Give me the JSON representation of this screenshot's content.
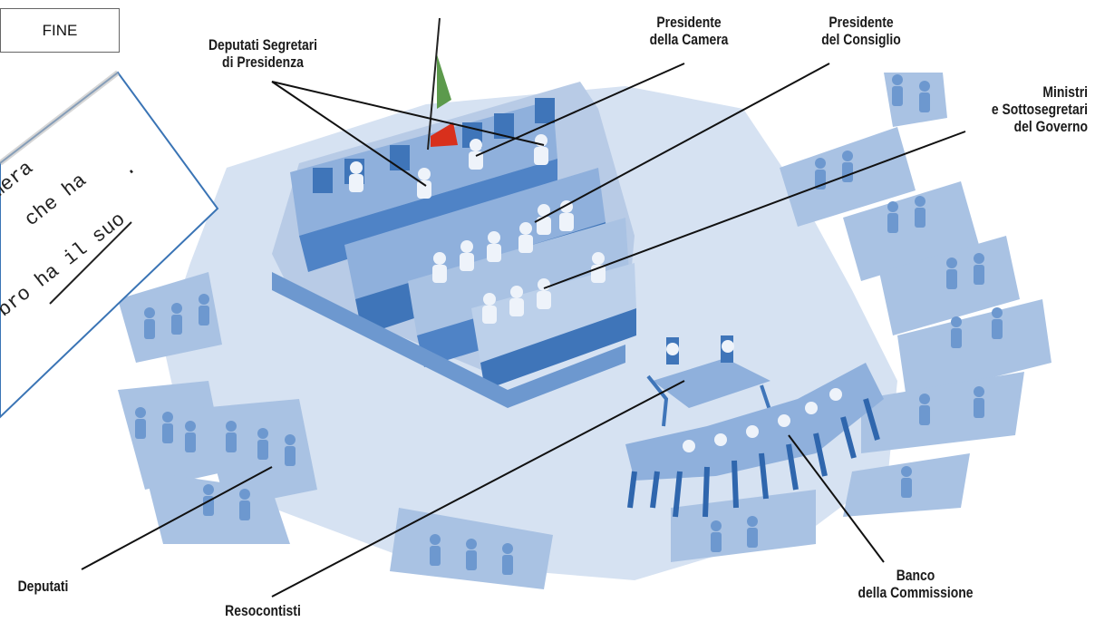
{
  "button": {
    "fine_label": "FINE"
  },
  "note": {
    "line1": "mera",
    "line2": "che ha",
    "line3": "bro ha il suo",
    "dot": "."
  },
  "labels": {
    "deputati_segretari": [
      "Deputati Segretari",
      "di Presidenza"
    ],
    "presidente_camera": [
      "Presidente",
      "della Camera"
    ],
    "presidente_consiglio": [
      "Presidente",
      "del Consiglio"
    ],
    "ministri": [
      "Ministri",
      "e Sottosegretari",
      "del Governo"
    ],
    "deputati": "Deputati",
    "resocontisti": "Resocontisti",
    "banco": [
      "Banco",
      "della Commissione"
    ]
  },
  "colors": {
    "floor": "#cfdcef",
    "seat_dark": "#3f75b9",
    "seat_mid": "#6d98cf",
    "seat_light": "#a9c2e3",
    "figure": "#e9eef6",
    "flag_red": "#d8301c",
    "flag_green": "#5c9a4c",
    "note_border": "#3a74b5"
  }
}
